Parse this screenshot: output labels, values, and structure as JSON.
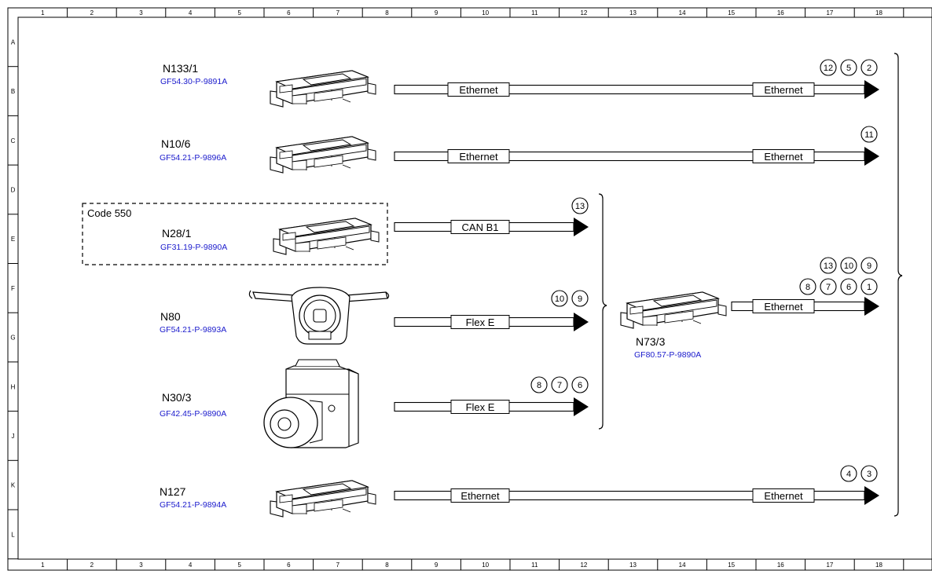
{
  "grid": {
    "columns": [
      "1",
      "2",
      "3",
      "4",
      "5",
      "6",
      "7",
      "8",
      "9",
      "10",
      "11",
      "12",
      "13",
      "14",
      "15",
      "16",
      "17",
      "18"
    ],
    "rows": [
      "A",
      "B",
      "C",
      "D",
      "E",
      "F",
      "G",
      "H",
      "J",
      "K",
      "L"
    ]
  },
  "option_box": {
    "label": "Code 550"
  },
  "nodes": [
    {
      "id": "n133_1",
      "name": "N133/1",
      "ref": "GF54.30-P-9891A",
      "icon": "control-unit-icon"
    },
    {
      "id": "n10_6",
      "name": "N10/6",
      "ref": "GF54.21-P-9896A",
      "icon": "control-unit-icon"
    },
    {
      "id": "n28_1",
      "name": "N28/1",
      "ref": "GF31.19-P-9890A",
      "icon": "control-unit-icon"
    },
    {
      "id": "n80",
      "name": "N80",
      "ref": "GF54.21-P-9893A",
      "icon": "steering-column-module-icon"
    },
    {
      "id": "n30_3",
      "name": "N30/3",
      "ref": "GF42.45-P-9890A",
      "icon": "esp-control-unit-icon"
    },
    {
      "id": "n127",
      "name": "N127",
      "ref": "GF54.21-P-9894A",
      "icon": "control-unit-icon"
    },
    {
      "id": "n73_3",
      "name": "N73/3",
      "ref": "GF80.57-P-9890A",
      "icon": "control-unit-icon"
    }
  ],
  "buses": [
    {
      "id": "b1",
      "from": "N133/1",
      "labels": [
        "Ethernet",
        "Ethernet"
      ],
      "badges": [
        "12",
        "5",
        "2"
      ]
    },
    {
      "id": "b2",
      "from": "N10/6",
      "labels": [
        "Ethernet",
        "Ethernet"
      ],
      "badges": [
        "11"
      ]
    },
    {
      "id": "b3",
      "from": "N28/1",
      "labels": [
        "CAN B1"
      ],
      "badges": [
        "13"
      ]
    },
    {
      "id": "b4",
      "from": "N80",
      "labels": [
        "Flex E"
      ],
      "badges": [
        "10",
        "9"
      ]
    },
    {
      "id": "b5",
      "from": "N30/3",
      "labels": [
        "Flex E"
      ],
      "badges": [
        "8",
        "7",
        "6"
      ]
    },
    {
      "id": "b6",
      "from": "N127",
      "labels": [
        "Ethernet",
        "Ethernet"
      ],
      "badges": [
        "4",
        "3"
      ]
    },
    {
      "id": "b7",
      "from": "N73/3",
      "labels": [
        "Ethernet"
      ],
      "badges": [
        "13",
        "10",
        "9",
        "8",
        "7",
        "6",
        "1"
      ]
    }
  ],
  "colors": {
    "line": "#000000",
    "reference": "#1a1acc",
    "background": "#ffffff"
  }
}
